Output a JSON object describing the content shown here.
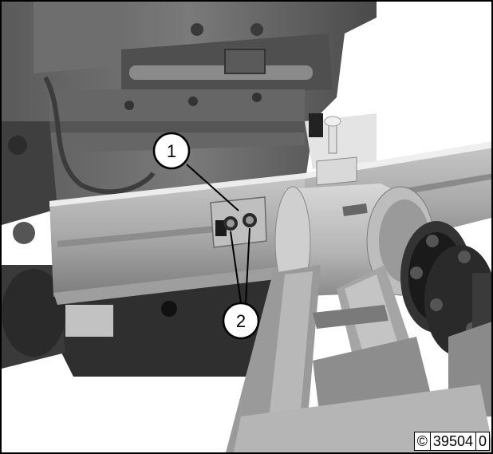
{
  "figure": {
    "callouts": [
      {
        "label": "1"
      },
      {
        "label": "2"
      }
    ],
    "copyright_symbol": "©",
    "image_number": "39504",
    "image_suffix": "0"
  }
}
